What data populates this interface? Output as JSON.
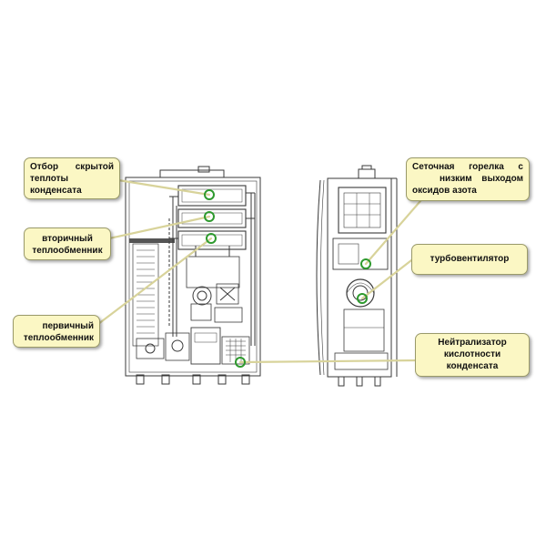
{
  "colors": {
    "callout_fill": "#fbf7c4",
    "leader_line": "#d8d39a",
    "marker": "#2e9a2e",
    "line_art": "#3a3a3a"
  },
  "callouts": {
    "latent_heat": {
      "line1_words": [
        "Отбор",
        "скрытой"
      ],
      "line2": "теплоты",
      "line3": "конденсата"
    },
    "secondary_hx": {
      "line1": "вторичный",
      "line2": "теплообменник"
    },
    "primary_hx": {
      "line1": "первичный",
      "line2": "теплообменник"
    },
    "mesh_burner": {
      "line1_words": [
        "Сеточная",
        "горелка",
        "с"
      ],
      "line2_words": [
        "низким",
        "выходом"
      ],
      "line3": "оксидов азота"
    },
    "turbo_fan": {
      "line1": "турбовентилятор"
    },
    "neutralizer": {
      "line1": "Нейтрализатор",
      "line2": "кислотности",
      "line3": "конденсата"
    }
  }
}
